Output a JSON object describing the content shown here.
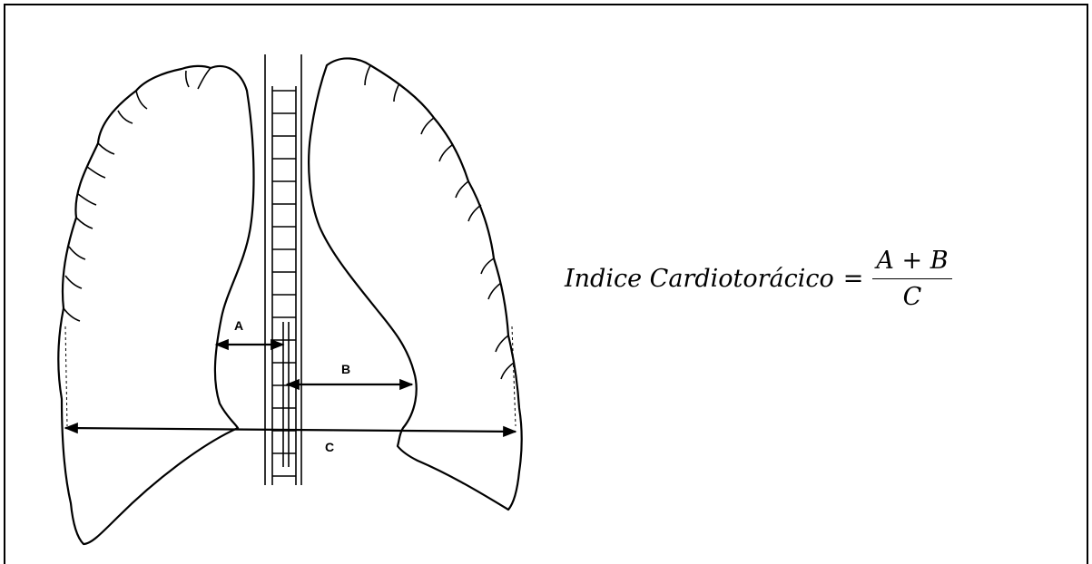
{
  "formula": {
    "lhs": "Indice Cardiotorácico",
    "equals": "=",
    "numerator": {
      "a": "A",
      "plus": "+",
      "b": "B"
    },
    "denominator": "C"
  },
  "diagram": {
    "labels": {
      "a": "A",
      "b": "B",
      "c": "C"
    }
  }
}
